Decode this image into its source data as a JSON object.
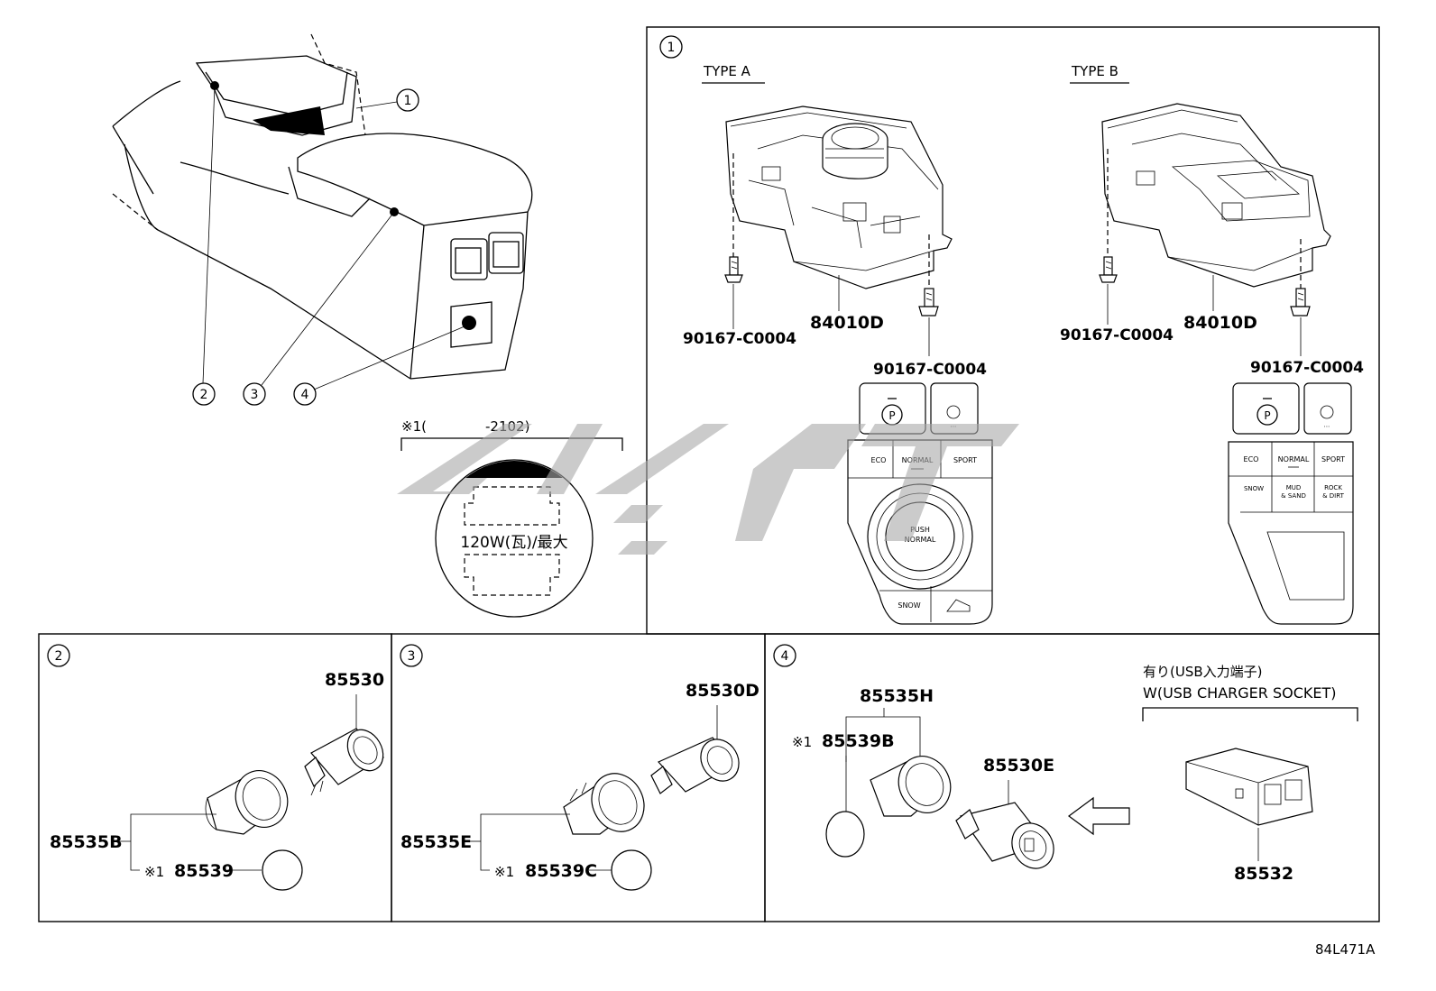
{
  "callouts": {
    "c1": "1",
    "c2": "2",
    "c3": "3",
    "c4": "4"
  },
  "inset": {
    "note_prefix": "※1(",
    "note_date": "-2102)",
    "text": "120W(瓦)/最大"
  },
  "panel1": {
    "type_a": {
      "label": "TYPE A",
      "part_main": "84010D",
      "screw_left": "90167-C0004",
      "screw_right": "90167-C0004",
      "buttons": {
        "eco": "ECO",
        "normal": "NORMAL",
        "sport": "SPORT",
        "push": "PUSH",
        "push2": "NORMAL",
        "snow": "SNOW"
      }
    },
    "type_b": {
      "label": "TYPE B",
      "part_main": "84010D",
      "screw_left": "90167-C0004",
      "screw_right": "90167-C0004",
      "buttons": {
        "eco": "ECO",
        "normal": "NORMAL",
        "sport": "SPORT",
        "snow": "SNOW",
        "mud": "MUD",
        "mud2": "& SAND",
        "rock": "ROCK",
        "rock2": "& DIRT"
      }
    }
  },
  "panel2": {
    "socket": "85530",
    "assembly": "85535B",
    "cap_mark": "※1",
    "cap": "85539"
  },
  "panel3": {
    "socket": "85530D",
    "assembly": "85535E",
    "cap_mark": "※1",
    "cap": "85539C"
  },
  "panel4": {
    "assembly": "85535H",
    "cap_mark": "※1",
    "cap": "85539B",
    "socket": "85530E",
    "usb_title_jp": "有り(USB入力端子)",
    "usb_title_en": "W(USB CHARGER SOCKET)",
    "usb_part": "85532"
  },
  "figure_id": "84L471A"
}
